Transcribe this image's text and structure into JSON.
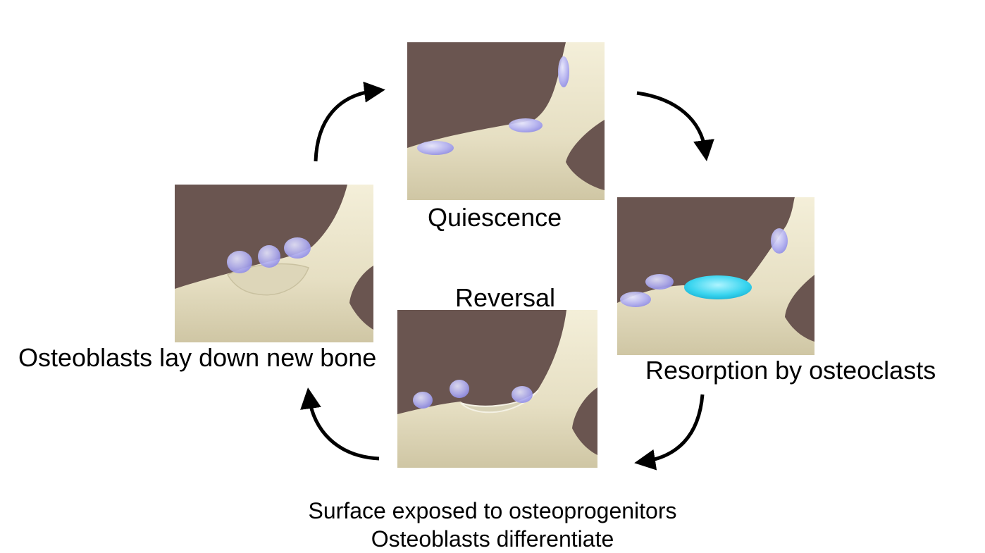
{
  "stages": {
    "quiescence": {
      "label": "Quiescence"
    },
    "resorption": {
      "label": "Resorption by osteoclasts"
    },
    "reversal": {
      "label": "Reversal",
      "caption_line1": "Surface exposed to osteoprogenitors",
      "caption_line2": "Osteoblasts differentiate"
    },
    "formation": {
      "label": "Osteoblasts lay down new bone"
    }
  },
  "colors": {
    "panel_background": "#6a5550",
    "bone": "#e8e2c8",
    "bone_shadow": "#cfc7a6",
    "osteoblast": "#a8a6f0",
    "osteoclast": "#35d6ee",
    "arrow": "#000000"
  }
}
